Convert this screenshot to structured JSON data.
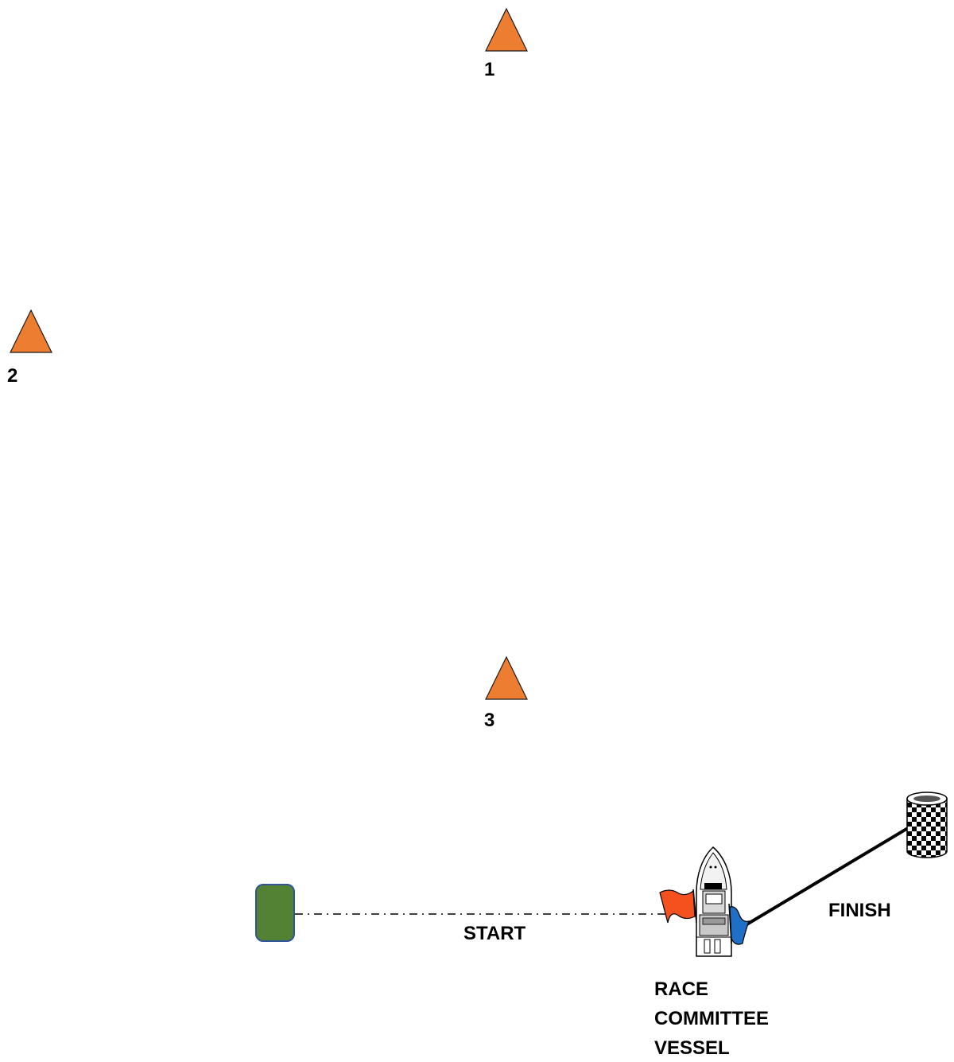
{
  "marks": [
    {
      "label": "1"
    },
    {
      "label": "2"
    },
    {
      "label": "3"
    }
  ],
  "start_label": "START",
  "finish_label": "FINISH",
  "committee_label": [
    "RACE",
    "COMMITTEE",
    "VESSEL"
  ],
  "colors": {
    "mark_fill": "#ED7D31",
    "pin_fill": "#548235",
    "pin_stroke": "#2F5597",
    "flag_orange": "#F4511E",
    "flag_blue": "#1F6FC6",
    "line": "#000000"
  },
  "icons": {
    "mark": "triangle-buoy-icon",
    "pin": "start-pin-buoy-icon",
    "finish": "checkered-finish-buoy-icon",
    "vessel": "committee-boat-icon"
  }
}
